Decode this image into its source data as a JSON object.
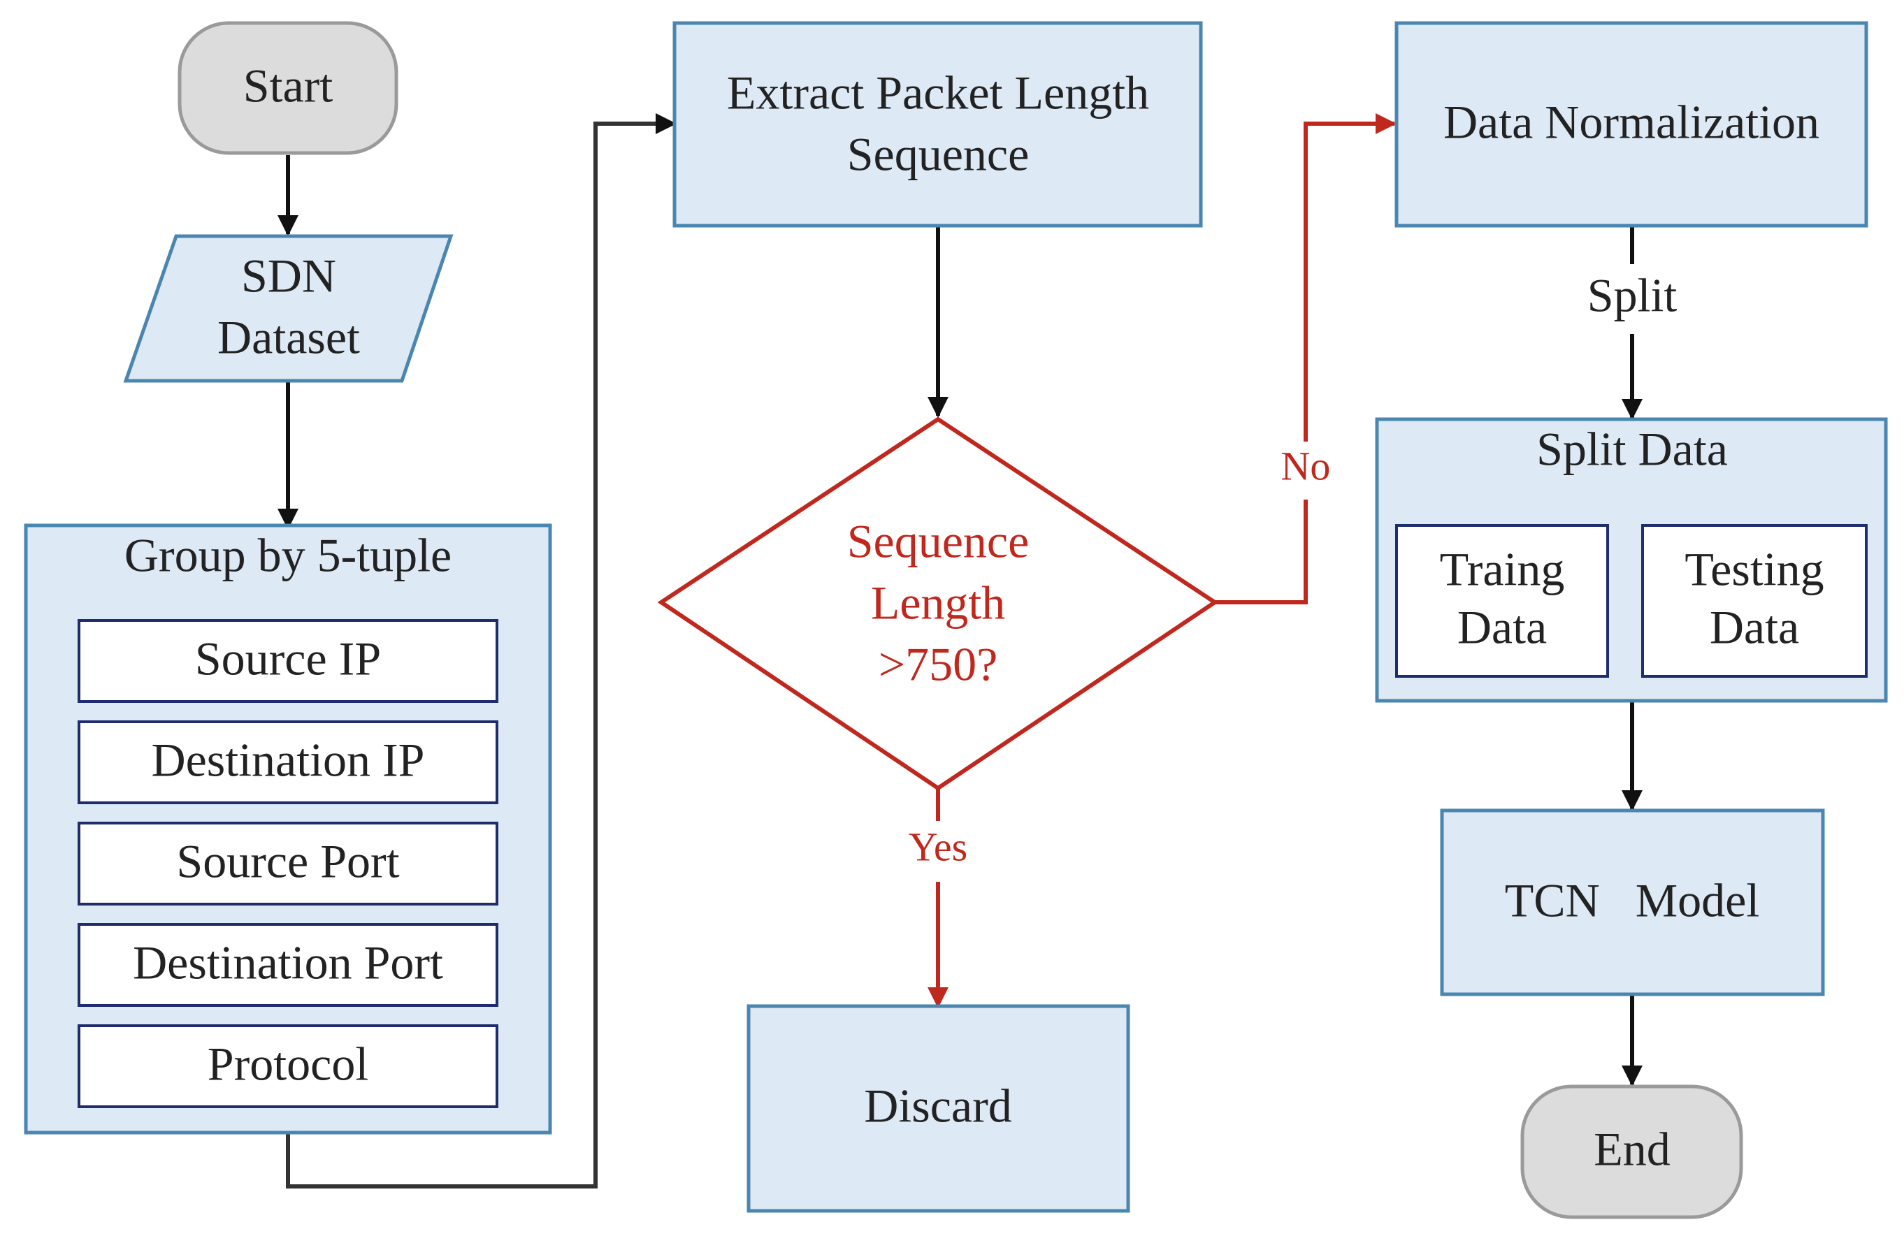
{
  "nodes": {
    "start": "Start",
    "dataset": [
      "SDN",
      "Dataset"
    ],
    "group_title": "Group by 5-tuple",
    "group_fields": [
      "Source IP",
      "Destination IP",
      "Source Port",
      "Destination Port",
      "Protocol"
    ],
    "extract": [
      "Extract Packet Length",
      "Sequence"
    ],
    "decision": [
      "Sequence",
      "Length",
      ">750?"
    ],
    "discard": "Discard",
    "normalize": "Data Normalization",
    "split_data": "Split Data",
    "training": [
      "Traing",
      "Data"
    ],
    "testing": [
      "Testing",
      "Data"
    ],
    "model": "TCN   Model",
    "end": "End"
  },
  "edges": {
    "yes": "Yes",
    "no": "No",
    "split": "Split"
  },
  "colors": {
    "box_fill": "#dde9f5",
    "box_stroke": "#4a86b0",
    "decision": "#c0281e",
    "arrow": "#111111",
    "terminal_fill": "#dcdcdc"
  }
}
